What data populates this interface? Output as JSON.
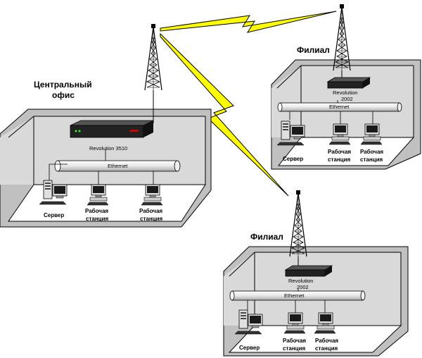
{
  "labels": {
    "central_office": [
      "Центральный",
      "офис"
    ],
    "branch1_title": "Филиал",
    "branch2_title": "Филиал",
    "central_router": "Revolution 3510",
    "branch1_router": [
      "Revolution",
      "2002"
    ],
    "branch2_router": [
      "Revolution",
      "2002"
    ],
    "ethernet": "Ethernet",
    "server": "Сервер",
    "workstation": [
      "Рабочая",
      "станция"
    ]
  },
  "colors": {
    "wall_outer": "#c0c0c0",
    "wall_inner": "#d8d8d8",
    "floor": "#ffffff",
    "lightning": "#ffff00",
    "router": "#222222"
  }
}
